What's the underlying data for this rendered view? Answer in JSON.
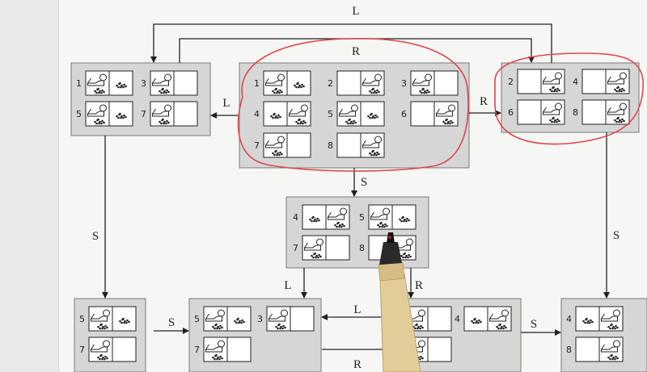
{
  "states": [
    {
      "id": "s-top-left",
      "cells": [
        {
          "n": "1",
          "L": "vac",
          "R": "dirt"
        },
        {
          "n": "3",
          "L": "vac",
          "R": ""
        },
        {
          "n": "5",
          "L": "vac",
          "R": "dirt"
        },
        {
          "n": "7",
          "L": "vac",
          "R": ""
        }
      ]
    },
    {
      "id": "s-top-center",
      "cells": [
        {
          "n": "1",
          "L": "vac",
          "R": "dirt"
        },
        {
          "n": "2",
          "L": "",
          "R": "vac"
        },
        {
          "n": "3",
          "L": "vac",
          "R": ""
        },
        {
          "n": "4",
          "L": "dirt",
          "R": "vac"
        },
        {
          "n": "5",
          "L": "vac",
          "R": "dirt"
        },
        {
          "n": "6",
          "L": "",
          "R": "vac"
        },
        {
          "n": "7",
          "L": "vac",
          "R": ""
        },
        {
          "n": "8",
          "L": "",
          "R": "vac"
        }
      ]
    },
    {
      "id": "s-top-right",
      "cells": [
        {
          "n": "2",
          "L": "",
          "R": "vac"
        },
        {
          "n": "4",
          "L": "",
          "R": "vac"
        },
        {
          "n": "6",
          "L": "",
          "R": "vac"
        },
        {
          "n": "8",
          "L": "",
          "R": "vac"
        }
      ]
    },
    {
      "id": "s-middle",
      "cells": [
        {
          "n": "4",
          "L": "dirt",
          "R": "vac"
        },
        {
          "n": "5",
          "L": "vac",
          "R": "dirt"
        },
        {
          "n": "7",
          "L": "vac",
          "R": ""
        },
        {
          "n": "8",
          "L": "",
          "R": "vac"
        }
      ]
    },
    {
      "id": "s-bottom-1",
      "cells": [
        {
          "n": "5",
          "L": "vac",
          "R": "dirt"
        },
        {
          "n": "7",
          "L": "vac",
          "R": ""
        }
      ]
    },
    {
      "id": "s-bottom-2",
      "cells": [
        {
          "n": "5",
          "L": "vac",
          "R": "dirt"
        },
        {
          "n": "3",
          "L": "vac",
          "R": ""
        },
        {
          "n": "7",
          "L": "vac",
          "R": ""
        }
      ]
    },
    {
      "id": "s-bottom-3",
      "cells": [
        {
          "n": "",
          "L": "vac",
          "R": ""
        },
        {
          "n": "4",
          "L": "dirt",
          "R": "vac"
        },
        {
          "n": "",
          "L": "vac",
          "R": ""
        }
      ]
    },
    {
      "id": "s-bottom-4",
      "cells": [
        {
          "n": "4",
          "L": "dirt",
          "R": "vac"
        },
        {
          "n": "8",
          "L": "",
          "R": "vac"
        }
      ]
    }
  ],
  "edges": [
    {
      "id": "edge-top-L",
      "label": "L"
    },
    {
      "id": "edge-top-R",
      "label": "R"
    },
    {
      "id": "edge-center-to-left",
      "label": "L"
    },
    {
      "id": "edge-center-to-right",
      "label": "R"
    },
    {
      "id": "edge-center-S",
      "label": "S"
    },
    {
      "id": "edge-left-S",
      "label": "S"
    },
    {
      "id": "edge-right-S",
      "label": "S"
    },
    {
      "id": "edge-middle-L",
      "label": "L"
    },
    {
      "id": "edge-middle-R",
      "label": "R"
    },
    {
      "id": "edge-bottom-S1",
      "label": "S"
    },
    {
      "id": "edge-bottom-L",
      "label": "L"
    },
    {
      "id": "edge-bottom-R",
      "label": "R"
    },
    {
      "id": "edge-bottom-S2",
      "label": "S"
    }
  ],
  "annotations": [
    "red-circle-center-state",
    "red-circle-right-state",
    "pen-pointer"
  ]
}
